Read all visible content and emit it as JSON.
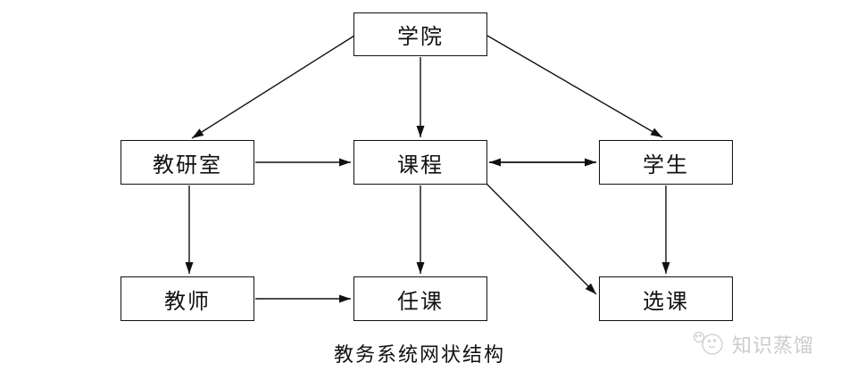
{
  "diagram": {
    "caption": "教务系统网状结构",
    "nodes": [
      {
        "id": "college",
        "label": "学院"
      },
      {
        "id": "teaching-research-office",
        "label": "教研室"
      },
      {
        "id": "course",
        "label": "课程"
      },
      {
        "id": "student",
        "label": "学生"
      },
      {
        "id": "teacher",
        "label": "教师"
      },
      {
        "id": "teaching-task",
        "label": "任课"
      },
      {
        "id": "course-selection",
        "label": "选课"
      }
    ],
    "edges": [
      {
        "from": "学院",
        "to": "教研室",
        "direction": "one-way"
      },
      {
        "from": "学院",
        "to": "课程",
        "direction": "one-way"
      },
      {
        "from": "学院",
        "to": "学生",
        "direction": "one-way"
      },
      {
        "from": "教研室",
        "to": "课程",
        "direction": "one-way"
      },
      {
        "from": "课程",
        "to": "学生",
        "direction": "two-way"
      },
      {
        "from": "教研室",
        "to": "教师",
        "direction": "one-way"
      },
      {
        "from": "课程",
        "to": "任课",
        "direction": "one-way"
      },
      {
        "from": "课程",
        "to": "选课",
        "direction": "one-way"
      },
      {
        "from": "教师",
        "to": "任课",
        "direction": "one-way"
      },
      {
        "from": "学生",
        "to": "选课",
        "direction": "one-way"
      }
    ]
  },
  "watermark": {
    "logo": "distillation-bubbles-logo",
    "text": "知识蒸馏"
  },
  "colors": {
    "line": "#111111",
    "background": "#ffffff",
    "watermark_text": "#cccccc"
  }
}
